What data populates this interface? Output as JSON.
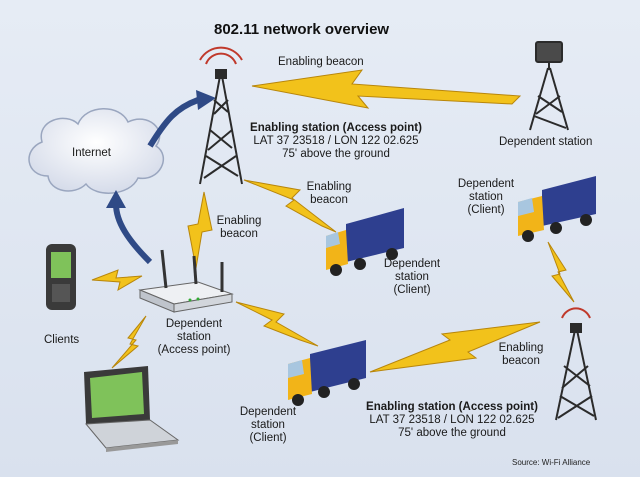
{
  "title": "802.11 network overview",
  "labels": {
    "internet": "Internet",
    "clients": "Clients",
    "beacon_top": "Enabling beacon",
    "beacon_truck_l1": "Enabling",
    "beacon_truck_l2": "beacon",
    "beacon_left_l1": "Enabling",
    "beacon_left_l2": "beacon",
    "beacon_right_l1": "Enabling",
    "beacon_right_l2": "beacon",
    "ap_top_title": "Enabling station (Access point)",
    "ap_top_coords": "LAT 37 23518 / LON 122 02.625",
    "ap_top_height": "75' above the ground",
    "ap_bottom_title": "Enabling station (Access point)",
    "ap_bottom_coords": "LAT 37 23518 / LON 122 02.625",
    "ap_bottom_height": "75' above the ground",
    "dep_station_topright": "Dependent station",
    "dep_client_right_l1": "Dependent",
    "dep_client_right_l2": "station",
    "dep_client_right_l3": "(Client)",
    "dep_client_mid_l1": "Dependent",
    "dep_client_mid_l2": "station",
    "dep_client_mid_l3": "(Client)",
    "dep_ap_l1": "Dependent",
    "dep_ap_l2": "station",
    "dep_ap_l3": "(Access point)",
    "dep_client_bottom_l1": "Dependent",
    "dep_client_bottom_l2": "station",
    "dep_client_bottom_l3": "(Client)",
    "source": "Source: Wi-Fi Alliance"
  },
  "colors": {
    "lightning": "#f2c21b",
    "truck_cab": "#f2b418",
    "truck_box": "#2e3f8f",
    "tower": "#2b2b2b",
    "cloud": "#ffffff",
    "arrow": "#2f4a86",
    "screen": "#7fc25a"
  }
}
